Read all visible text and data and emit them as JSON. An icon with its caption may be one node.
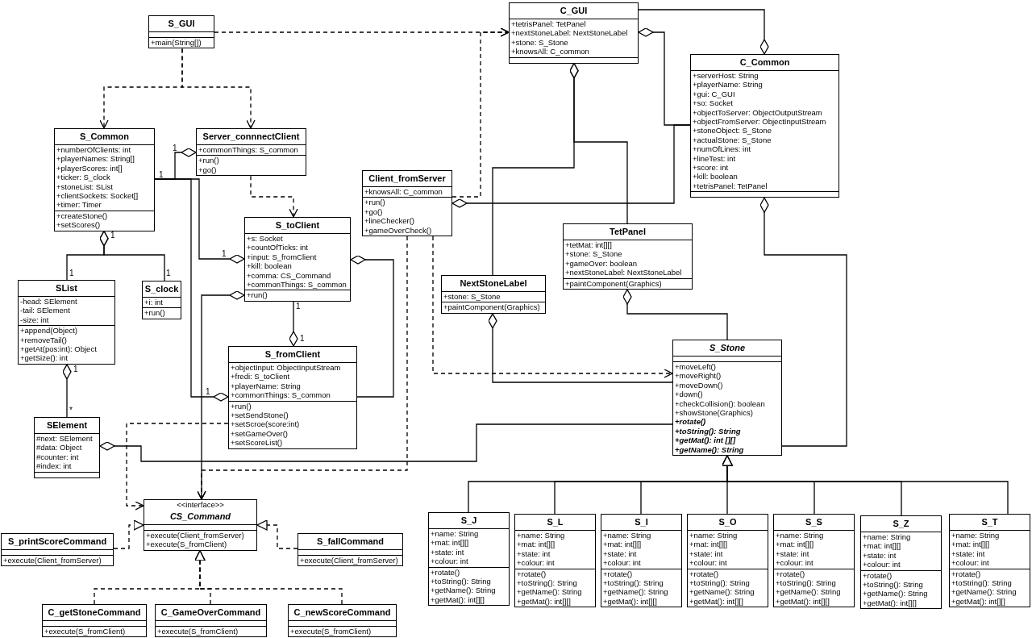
{
  "diagram": {
    "nodes": [
      {
        "text": [
          "S_GUI",
          "+main(String[])"
        ]
      },
      {
        "text": [
          "C_GUI",
          "+tetrisPanel: TetPanel",
          "+nextStoneLabel: NextStoneLabel",
          "+stone: S_Stone",
          "+knowsAll: C_common"
        ]
      },
      {
        "text": [
          "C_Common",
          "+serverHost: String",
          "+playerName: String",
          "+gui: C_GUI",
          "+so: Socket",
          "+objectToServer: ObjectOutputStream",
          "+objectFromServer: ObjectInputStream",
          "+stoneObject: S_Stone",
          "+actualStone: S_Stone",
          "+numOfLines: int",
          "+lineTest: int",
          "+score: int",
          "+kill: boolean",
          "+tetrisPanel: TetPanel"
        ]
      },
      {
        "text": [
          "S_Common",
          "+numberOfClients: int",
          "+playerNames: String[]",
          "+playerScores: int[]",
          "+ticker: S_clock",
          "+stoneList: SList",
          "+clientSockets: Socket[]",
          "+timer: Timer",
          "+createStone()",
          "+setScores()"
        ]
      },
      {
        "text": [
          "Server_connnectClient",
          "+commonThings: S_common",
          "+run()",
          "+go()"
        ]
      },
      {
        "text": [
          "Client_fromServer",
          "+knowsAll: C_common",
          "+run()",
          "+go()",
          "+lineChecker()",
          "+gameOverCheck()"
        ]
      },
      {
        "text": [
          "S_toClient",
          "+s: Socket",
          "+countOfTicks: int",
          "+input: S_fromClient",
          "+kill: boolean",
          "+comma: CS_Command",
          "+commonThings: S_common",
          "+run()"
        ]
      },
      {
        "text": [
          "TetPanel",
          "+tetMat: int[][]",
          "+stone: S_Stone",
          "+gameOver: boolean",
          "+nextStoneLabel: NextStoneLabel",
          "+paintComponent(Graphics)"
        ]
      },
      {
        "text": [
          "NextStoneLabel",
          "+stone: S_Stone",
          "+paintComponent(Graphics)"
        ]
      },
      {
        "text": [
          "SList",
          "-head: SElement",
          "-tail: SElement",
          "-size: int",
          "+append(Object)",
          "+removeTail()",
          "+getAt(pos:int): Object",
          "+getSize(): int"
        ]
      },
      {
        "text": [
          "S_clock",
          "+i: int",
          "+run()"
        ]
      },
      {
        "text": [
          "S_fromClient",
          "+objectInput: ObjectInputStream",
          "+fredi: S_toClient",
          "+playerName: String",
          "+commonThings: S_common",
          "+run()",
          "+setSendStone()",
          "+setScroe(score:int)",
          "+setGameOver()",
          "+setScoreList()"
        ]
      },
      {
        "text": [
          "S_Stone",
          "+moveLeft()",
          "+moveRight()",
          "+moveDown()",
          "+down()",
          "+checkCollision(): boolean",
          "+showStone(Graphics)",
          "+rotate()",
          "+toString(): String",
          "+getMat(): int [][]",
          "+getName(): String"
        ]
      },
      {
        "text": [
          "SElement",
          "#next: SElement",
          "#data: Object",
          "#counter: int",
          "#index: int"
        ]
      },
      {
        "text": [
          "<<interface>>",
          "CS_Command",
          "+execute(Client_fromServer)",
          "+execute(S_fromClient)"
        ]
      },
      {
        "text": [
          "S_printScoreCommand",
          "+execute(Client_fromServer)"
        ]
      },
      {
        "text": [
          "S_fallCommand",
          "+execute(Client_fromServer)"
        ]
      },
      {
        "text": [
          "C_getStoneCommand",
          "+execute(S_fromClient)"
        ]
      },
      {
        "text": [
          "C_GameOverCommand",
          "+execute(S_fromClient)"
        ]
      },
      {
        "text": [
          "C_newScoreCommand",
          "+execute(S_fromClient)"
        ]
      },
      {
        "text": [
          "S_J",
          "+name: String",
          "+mat: int[][]",
          "+state: int",
          "+colour: int",
          "+rotate()",
          "+toString(): String",
          "+getName(): String",
          "+getMat(): int[][]"
        ]
      },
      {
        "text": [
          "S_L",
          "+name: String",
          "+mat: int[][]",
          "+state: int",
          "+colour: int",
          "+rotate()",
          "+toString(): String",
          "+getName(): String",
          "+getMat(): int[][]"
        ]
      },
      {
        "text": [
          "S_I",
          "+name: String",
          "+mat: int[][]",
          "+state: int",
          "+colour: int",
          "+rotate()",
          "+toString(): String",
          "+getName(): String",
          "+getMat(): int[][]"
        ]
      },
      {
        "text": [
          "S_O",
          "+name: String",
          "+mat: int[][]",
          "+state: int",
          "+colour: int",
          "+rotate()",
          "+toString(): String",
          "+getName(): String",
          "+getMat(): int[][]"
        ]
      },
      {
        "text": [
          "S_S",
          "+name: String",
          "+mat: int[][]",
          "+state: int",
          "+colour: int",
          "+rotate()",
          "+toString(): String",
          "+getName(): String",
          "+getMat(): int[][]"
        ]
      },
      {
        "text": [
          "S_Z",
          "+name: String",
          "+mat: int[][]",
          "+state: int",
          "+colour: int",
          "+rotate()",
          "+toString(): String",
          "+getName(): String",
          "+getMat(): int[][]"
        ]
      },
      {
        "text": [
          "S_T",
          "+name: String",
          "+mat: int[][]",
          "+state: int",
          "+colour: int",
          "+rotate()",
          "+toString(): String",
          "+getName(): String",
          "+getMat(): int[][]"
        ]
      }
    ],
    "edges": [
      {
        "from": 0,
        "to": 3,
        "arrow": "to",
        "style": "dashed"
      },
      {
        "from": 0,
        "to": 4,
        "arrow": "to",
        "style": "dashed"
      },
      {
        "from": 0,
        "to": 1,
        "arrow": "to",
        "style": "dashed"
      },
      {
        "from": 5,
        "to": 1,
        "arrow": "to",
        "style": "dashed"
      },
      {
        "from": 4,
        "to": 6,
        "arrow": "to",
        "style": "dashed"
      },
      {
        "from": 3,
        "to": 4,
        "arrow": "other"
      },
      {
        "from": 3,
        "to": 6,
        "arrow": "other"
      },
      {
        "from": 3,
        "to": 11,
        "arrow": "other"
      },
      {
        "from": 9,
        "to": 3,
        "arrow": "other"
      },
      {
        "from": 10,
        "to": 3,
        "arrow": "other"
      },
      {
        "from": 6,
        "to": 11,
        "arrow": "other"
      },
      {
        "from": 11,
        "to": 6,
        "arrow": "other"
      },
      {
        "from": 6,
        "to": 14,
        "arrow": "to"
      },
      {
        "from": 5,
        "to": 14,
        "arrow": "to",
        "style": "dashed"
      },
      {
        "from": 11,
        "to": 14,
        "arrow": "to",
        "style": "dashed"
      },
      {
        "from": 13,
        "to": 9,
        "arrow": "other"
      },
      {
        "from": 12,
        "to": 13,
        "arrow": "other"
      },
      {
        "from": 5,
        "to": 12,
        "arrow": "to",
        "style": "dashed"
      },
      {
        "from": 12,
        "to": 8,
        "arrow": "other"
      },
      {
        "from": 12,
        "to": 7,
        "arrow": "other"
      },
      {
        "from": 7,
        "to": 1,
        "arrow": "other"
      },
      {
        "from": 8,
        "to": 1,
        "arrow": "other"
      },
      {
        "from": 2,
        "to": 1,
        "arrow": "other"
      },
      {
        "from": 1,
        "to": 2,
        "arrow": "other"
      },
      {
        "from": 2,
        "to": 5,
        "arrow": "other"
      },
      {
        "from": 12,
        "to": 2,
        "arrow": "other"
      },
      {
        "from": 15,
        "to": 14,
        "arrow": "to",
        "style": "dashed"
      },
      {
        "from": 16,
        "to": 14,
        "arrow": "to",
        "style": "dashed"
      },
      {
        "from": 17,
        "to": 14,
        "arrow": "to",
        "style": "dashed"
      },
      {
        "from": 18,
        "to": 14,
        "arrow": "to",
        "style": "dashed"
      },
      {
        "from": 19,
        "to": 14,
        "arrow": "to",
        "style": "dashed"
      },
      {
        "from": 20,
        "to": 12,
        "arrow": "to"
      },
      {
        "from": 21,
        "to": 12,
        "arrow": "to"
      },
      {
        "from": 22,
        "to": 12,
        "arrow": "to"
      },
      {
        "from": 23,
        "to": 12,
        "arrow": "to"
      },
      {
        "from": 24,
        "to": 12,
        "arrow": "to"
      },
      {
        "from": 25,
        "to": 12,
        "arrow": "to"
      },
      {
        "from": 26,
        "to": 12,
        "arrow": "to"
      }
    ],
    "labels": [
      "1",
      "1",
      "1",
      "1",
      "1",
      "1",
      "1",
      "1",
      "1",
      "1",
      "*"
    ]
  }
}
